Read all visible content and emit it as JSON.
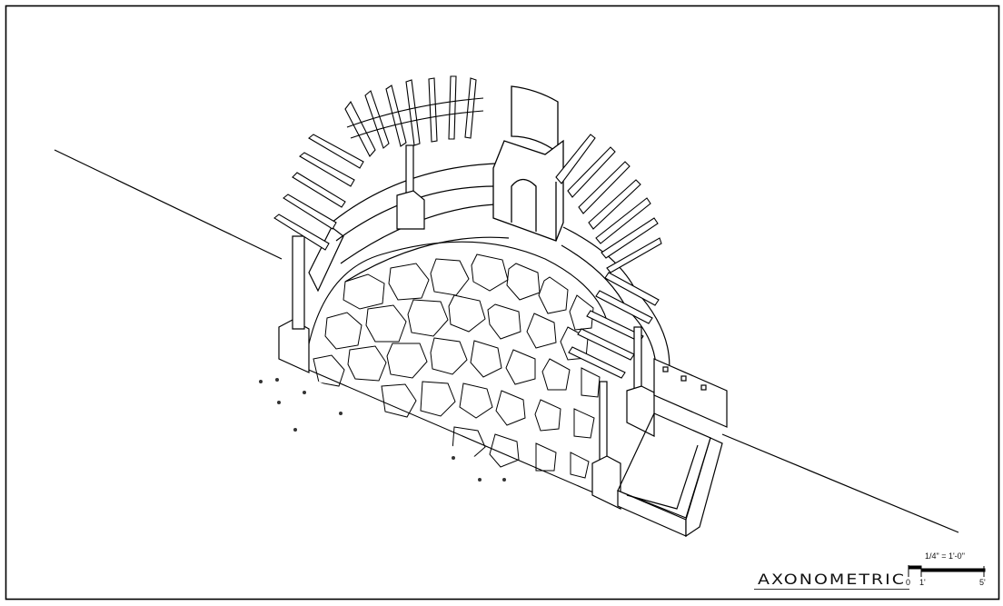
{
  "drawing": {
    "view_title": "AXONOMETRIC",
    "scale_text": "1/4\" = 1'-0\"",
    "scale_bar_ticks": [
      "0",
      "1'",
      "5'"
    ],
    "line_color": "#000000",
    "background_color": "#ffffff",
    "subject": "semicircular stone-clad arched structure with radial rafters, tower pier and flanking stair"
  }
}
